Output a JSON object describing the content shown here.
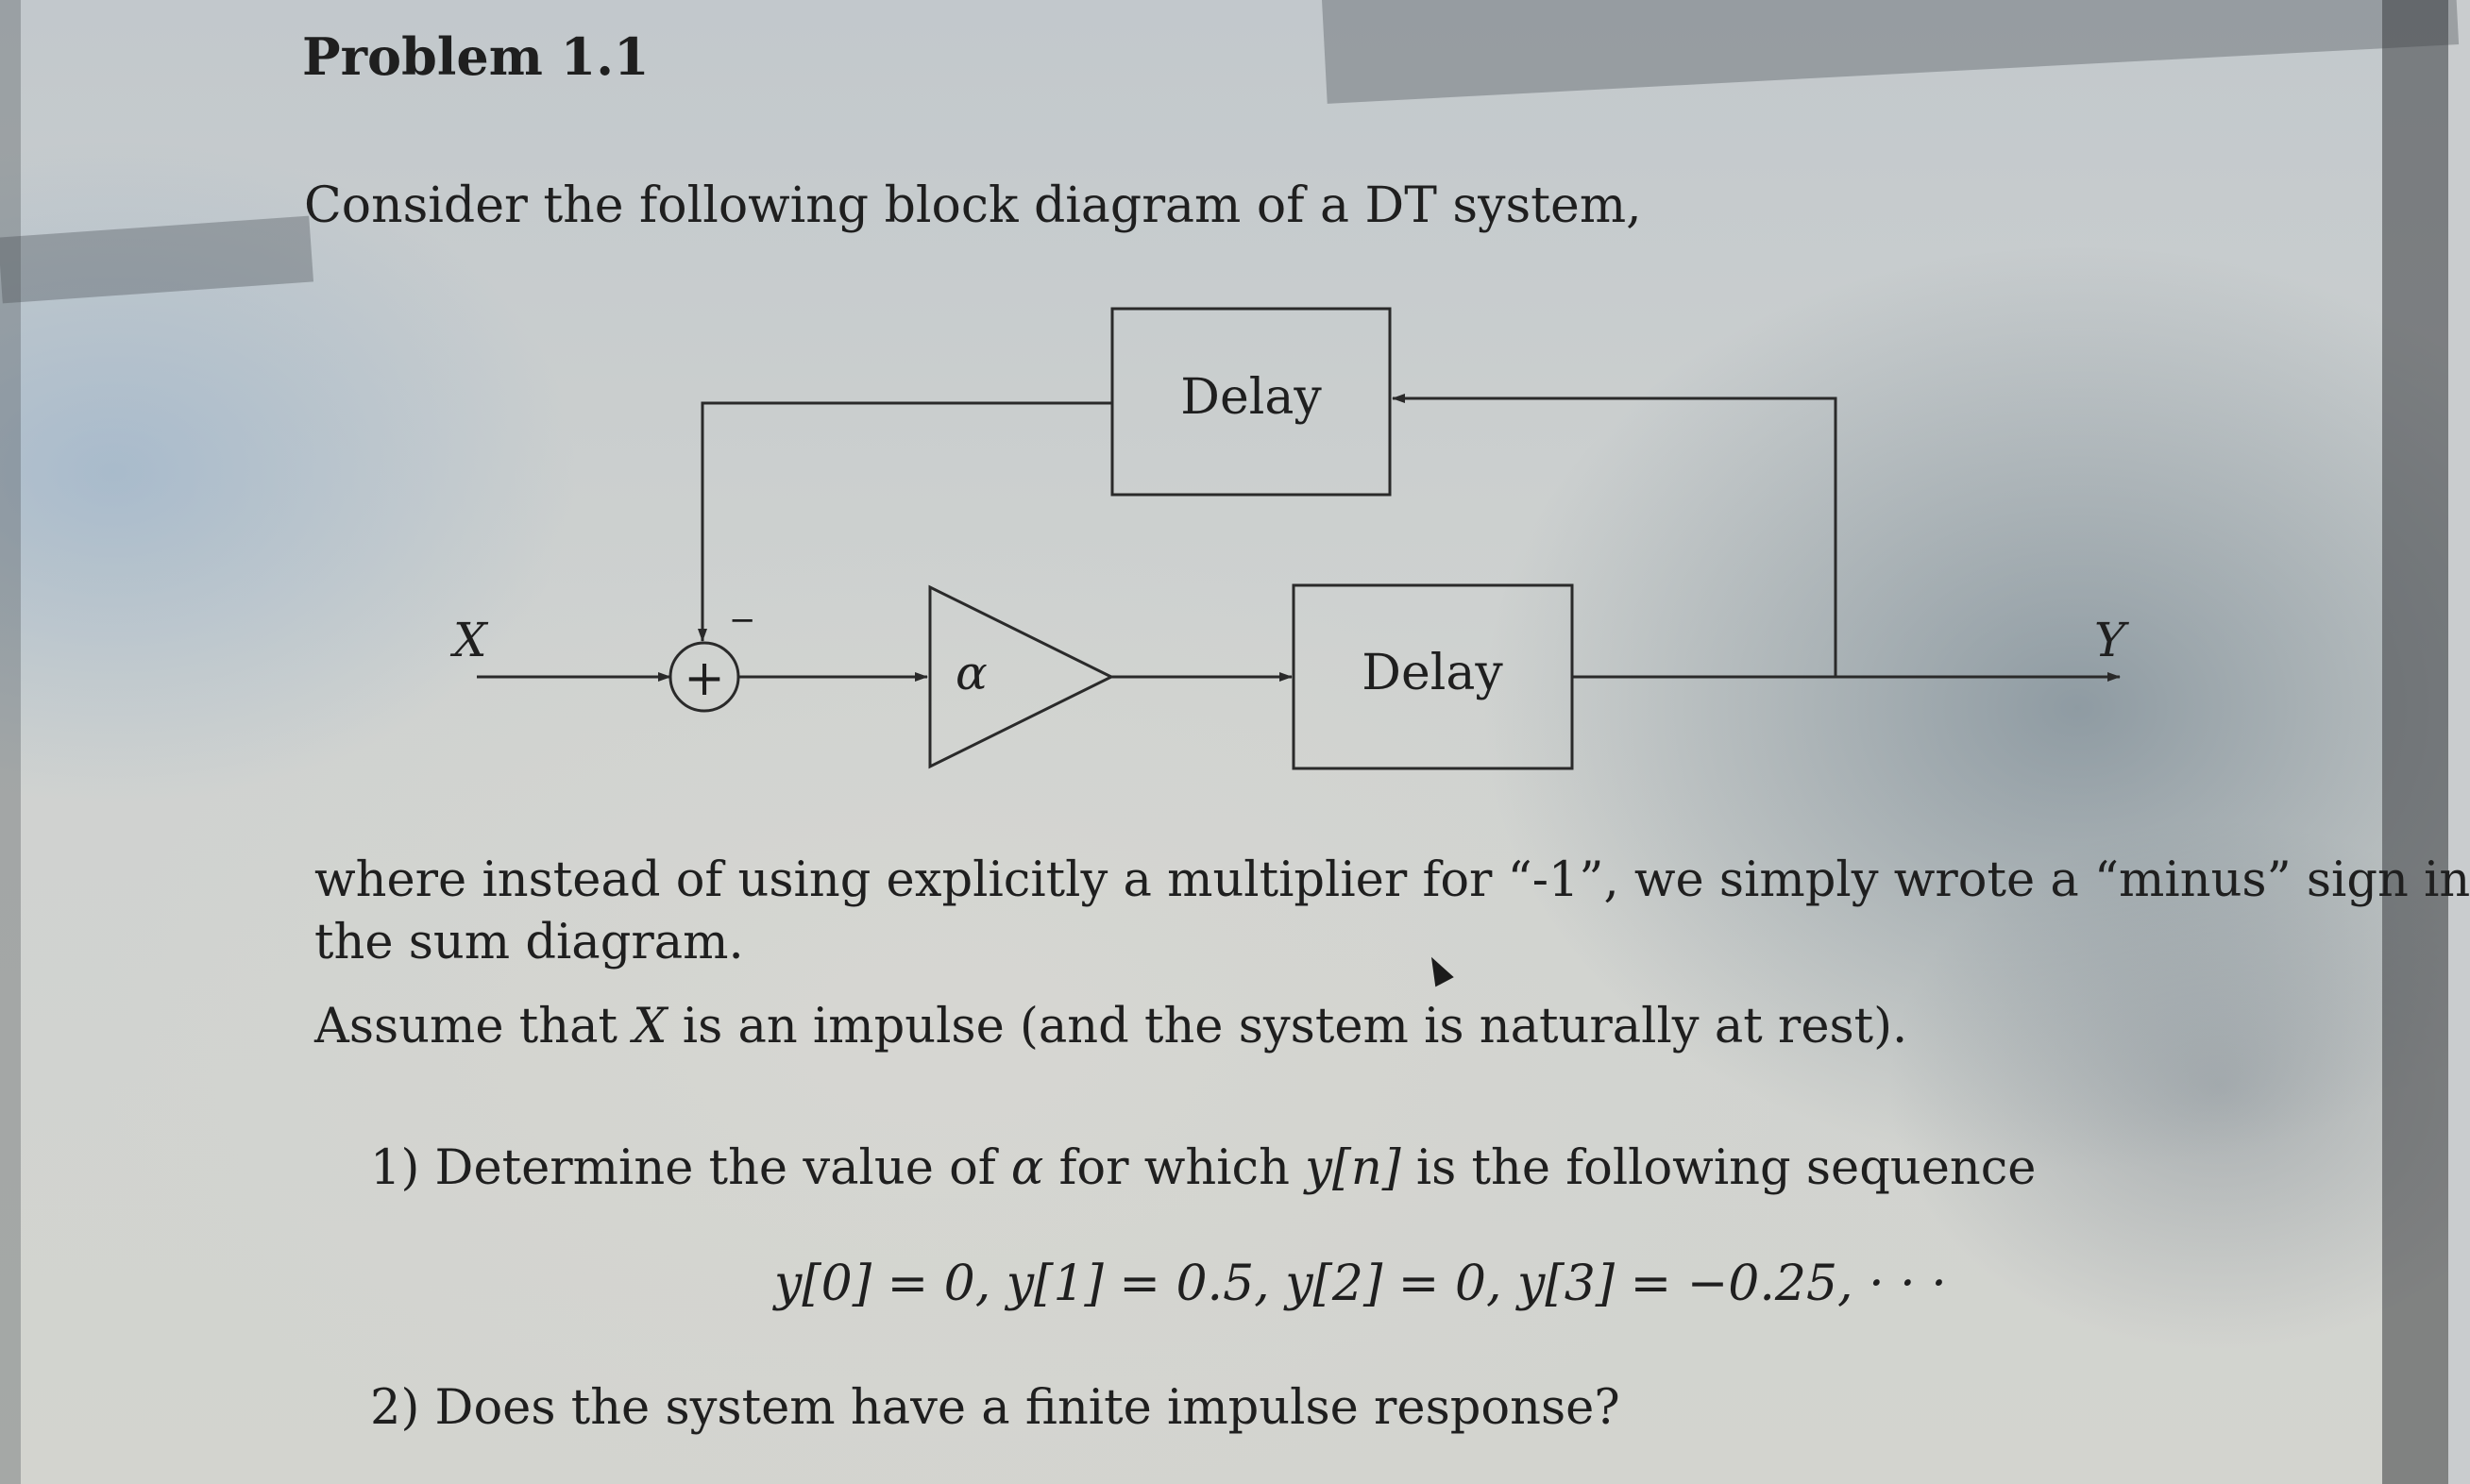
{
  "problem": {
    "title": "Problem 1.1",
    "intro": "Consider the following block diagram of a DT system,"
  },
  "diagram": {
    "input_label": "X",
    "output_label": "Y",
    "adder_symbol": "+",
    "minus_sign": "−",
    "gain_label": "α",
    "delay_top_label": "Delay",
    "delay_bottom_label": "Delay"
  },
  "text": {
    "para1_line1": "where instead of using explicitly a multiplier for “-1”, we simply wrote a “minus” sign in",
    "para1_line2": "the sum diagram.",
    "para2_pre": "Assume that ",
    "para2_var": "X",
    "para2_post": " is an impulse (and the system is naturally at rest).",
    "q1_pre": "1)  Determine the value of ",
    "q1_alpha": "α",
    "q1_mid": " for which ",
    "q1_yn": "y[n]",
    "q1_post": " is the following sequence",
    "sequence": "y[0] = 0,    y[1] = 0.5,    y[2] = 0,    y[3] = −0.25, · · ·",
    "q2": "2)  Does the system have a finite impulse response?"
  }
}
